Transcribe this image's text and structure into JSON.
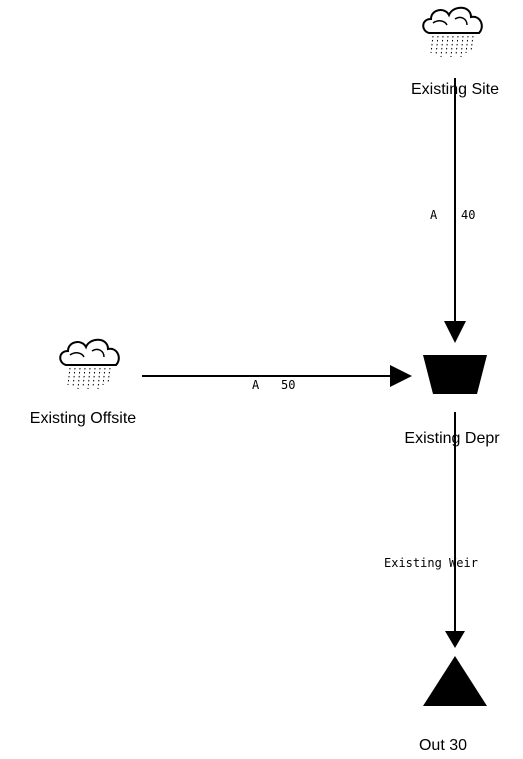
{
  "nodes": {
    "existing_site": {
      "label": "Existing Site",
      "icon": "rain-cloud-icon"
    },
    "existing_offsite": {
      "label": "Existing Offsite",
      "icon": "rain-cloud-icon"
    },
    "existing_depr": {
      "label": "Existing Depr",
      "icon": "pond-icon"
    },
    "out_30": {
      "label": "Out 30",
      "icon": "outfall-triangle-icon"
    }
  },
  "links": {
    "site_to_depr": {
      "label_a": "A",
      "label_b": "40"
    },
    "offsite_to_depr": {
      "label_a": "A",
      "label_b": "50"
    },
    "depr_to_out": {
      "label": "Existing Weir"
    }
  },
  "colors": {
    "ink": "#000000",
    "cloud_fill": "#ffffff",
    "background": "#ffffff"
  }
}
